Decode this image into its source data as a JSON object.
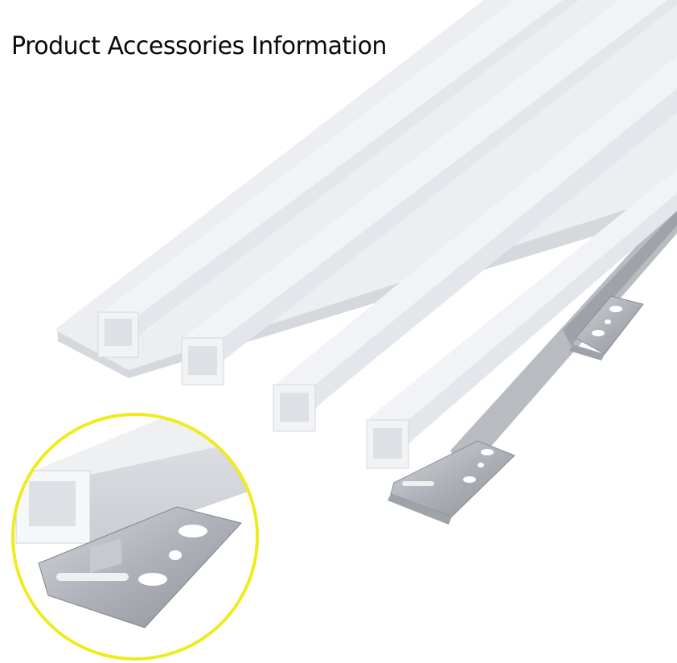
{
  "title": "Product Accessories Information",
  "colors": {
    "background": "#ffffff",
    "panel": "#f4f5f7",
    "metal": "#b3b7bd",
    "magnifier_border": "#f0ea1e"
  },
  "illustration": {
    "subject": "white fluted wall panel with metal mounting clips",
    "detail_inset": "magnified view of panel profile and clip"
  }
}
